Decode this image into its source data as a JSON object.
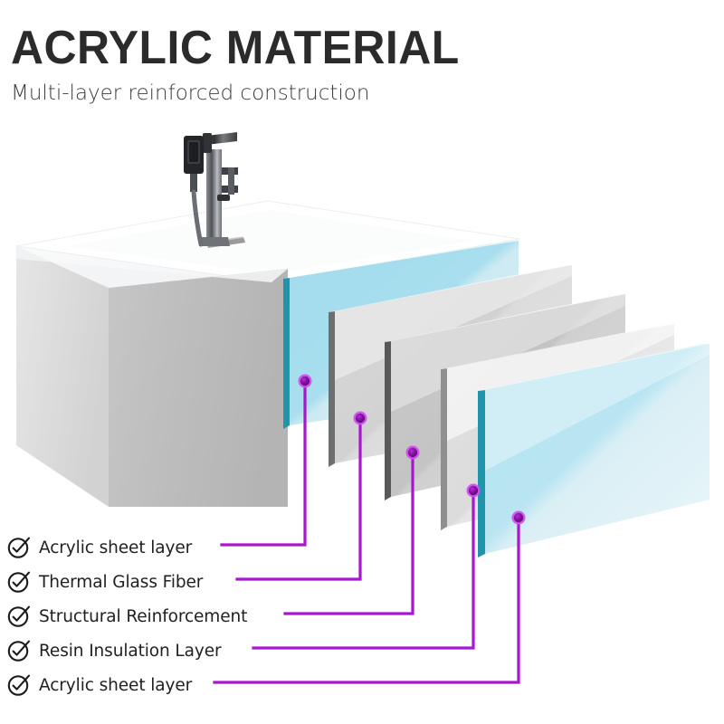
{
  "header": {
    "title": "ACRYLIC MATERIAL",
    "subtitle": "Multi-layer reinforced construction"
  },
  "legend": {
    "items": [
      {
        "label": "Acrylic sheet layer",
        "icon": "check-circle-icon"
      },
      {
        "label": "Thermal Glass Fiber",
        "icon": "check-circle-icon"
      },
      {
        "label": "Structural Reinforcement",
        "icon": "check-circle-icon"
      },
      {
        "label": "Resin Insulation Layer",
        "icon": "check-circle-icon"
      },
      {
        "label": "Acrylic sheet layer",
        "icon": "check-circle-icon"
      }
    ]
  },
  "diagram": {
    "product": "freestanding-bathtub",
    "faucet": "floor-mounted-tub-filler",
    "layer_count": 5,
    "layers": [
      {
        "name": "Acrylic sheet layer",
        "material": "acrylic",
        "color": "#9fdcef",
        "callout_label": "Acrylic sheet layer"
      },
      {
        "name": "Thermal Glass Fiber",
        "material": "glass-fiber",
        "color": "#d7d7d7",
        "callout_label": "Thermal Glass Fiber"
      },
      {
        "name": "Structural Reinforcement",
        "material": "reinforcement",
        "color": "#c9c9c9",
        "callout_label": "Structural Reinforcement"
      },
      {
        "name": "Resin Insulation Layer",
        "material": "resin",
        "color": "#e2e2e2",
        "callout_label": "Resin Insulation Layer"
      },
      {
        "name": "Acrylic sheet layer",
        "material": "acrylic",
        "color": "#bfe6f2",
        "callout_label": "Acrylic sheet layer"
      }
    ]
  },
  "colors": {
    "accent": "#A916D0",
    "accent_dark": "#7a1094",
    "title_text": "#2b2b2b",
    "body_text": "#212121",
    "acrylic_blue": "#9fdcef",
    "acrylic_edge_teal": "#1f94ab",
    "panel_gray": "#d4d4d4",
    "tub_white": "#ffffff",
    "tub_front_gray": "#bcbcbc",
    "background": "#ffffff"
  }
}
